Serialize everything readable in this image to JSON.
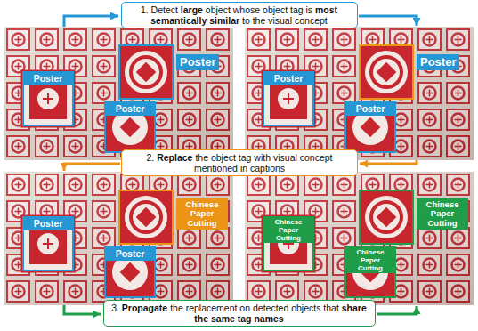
{
  "diagram": {
    "nodes": [
      {
        "text": [
          "1. Detect large object whose object tag is most semantically similar to the visual concept"
        ]
      },
      {
        "text": [
          "Poster"
        ]
      },
      {
        "text": [
          "Poster"
        ]
      },
      {
        "text": [
          "Poster"
        ]
      },
      {
        "text": [
          "Poster"
        ]
      },
      {
        "text": [
          "Poster"
        ]
      },
      {
        "text": [
          "Poster"
        ]
      },
      {
        "text": [
          "2. Replace the object tag with visual concept mentioned in captions"
        ]
      },
      {
        "text": [
          "Chinese Paper Cutting"
        ]
      },
      {
        "text": [
          "Poster"
        ]
      },
      {
        "text": [
          "Poster"
        ]
      },
      {
        "text": [
          "Chinese Paper Cutting"
        ]
      },
      {
        "text": [
          "Chinese Paper Cutting"
        ]
      },
      {
        "text": [
          "Chinese Paper Cutting"
        ]
      },
      {
        "text": [
          "3. Propagate the replacement on detected objects that share the same tag names"
        ]
      }
    ]
  }
}
